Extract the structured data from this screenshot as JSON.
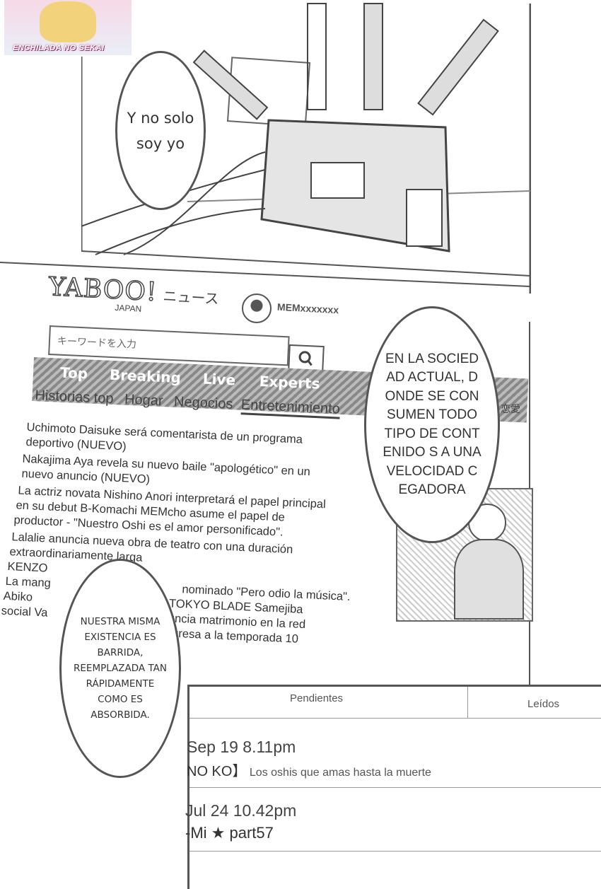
{
  "watermark": {
    "text": "ENCHILADA NO SEKAI"
  },
  "bubbles": {
    "top": "Y no solo soy yo",
    "right": "EN LA SOCIEDAD ACTUAL, DONDE SE CONSUMEN TODO TIPO DE CONTENIDO S A UNA VELOCIDAD CEGADORA",
    "left": "NUESTRA MISMA EXISTENCIA ES BARRIDA, REEMPLAZADA TAN RÁPIDAMENTE COMO ES ABSORBIDA."
  },
  "site": {
    "logo": "YABOO!",
    "logo_sub": "JAPAN",
    "logo_news": "ニュース",
    "user": "MEMxxxxxxx",
    "search_placeholder": "キーワードを入力",
    "search_icon": "search-icon",
    "right_tags": "恋愛"
  },
  "tabs": [
    "Top",
    "Breaking",
    "Live",
    "Experts"
  ],
  "categories": [
    "Historias top",
    "Hogar",
    "Negocios",
    "Entretenimiento"
  ],
  "news": [
    "Uchimoto Daisuke será comentarista de un programa",
    "deportivo (NUEVO)",
    "Nakajima Aya revela su nuevo baile \"apologético\" en un",
    "nuevo anuncio (NUEVO)",
    "La actriz novata Nishino Anori interpretará el papel principal",
    "en su debut B-Komachi MEMcho asume el papel de",
    "productor - \"Nuestro Oshi es el amor personificado\".",
    "Lalalie anuncia nueva obra de teatro con una duración",
    "extraordinariamente larga",
    "KENZO",
    "La mang",
    "nominado \"Pero odio la música\".",
    "Abiko",
    "de TOKYO BLADE Samejiba",
    "social Va",
    "anuncia matrimonio  en la red",
    "regresa a la temporada 10"
  ],
  "bookmarks": {
    "tab_pending": "Pendientes",
    "tab_read": "Leídos",
    "items": [
      {
        "date": "Sep 19 8.11pm",
        "tag": "NO KO】",
        "title": "Los oshis que amas hasta la muerte"
      },
      {
        "date": "Jul 24 10.42pm",
        "tag": "-Mi ★ part57",
        "title": ""
      }
    ]
  }
}
